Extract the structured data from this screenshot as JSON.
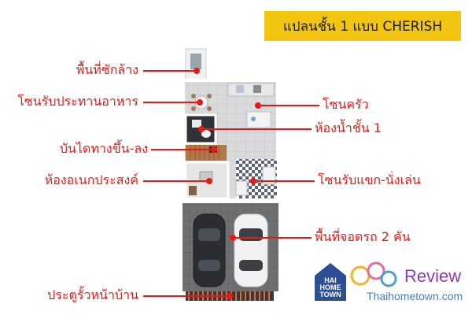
{
  "title": "แปลนชั้น 1 แบบ CHERISH",
  "labels": {
    "laundry": "พื้นที่ซักล้าง",
    "dining": "โซนรับประทานอาหาร",
    "stairs": "บันไดทางขึ้น-ลง",
    "multipurpose": "ห้องอเนกประสงค์",
    "gate": "ประตูรั้วหน้าบ้าน",
    "kitchen": "โซนครัว",
    "bathroom": "ห้องน้ำชั้น 1",
    "living": "โซนรับแขก-นั่งเล่น",
    "parking": "พื้นที่จอดรถ 2 คัน"
  },
  "watermark": {
    "logo_text": "HAI HOME TOWN",
    "review": "Review",
    "site": "Thaihometown.com"
  },
  "colors": {
    "accent_yellow": "#f2c511",
    "label_red": "#e41b17"
  }
}
